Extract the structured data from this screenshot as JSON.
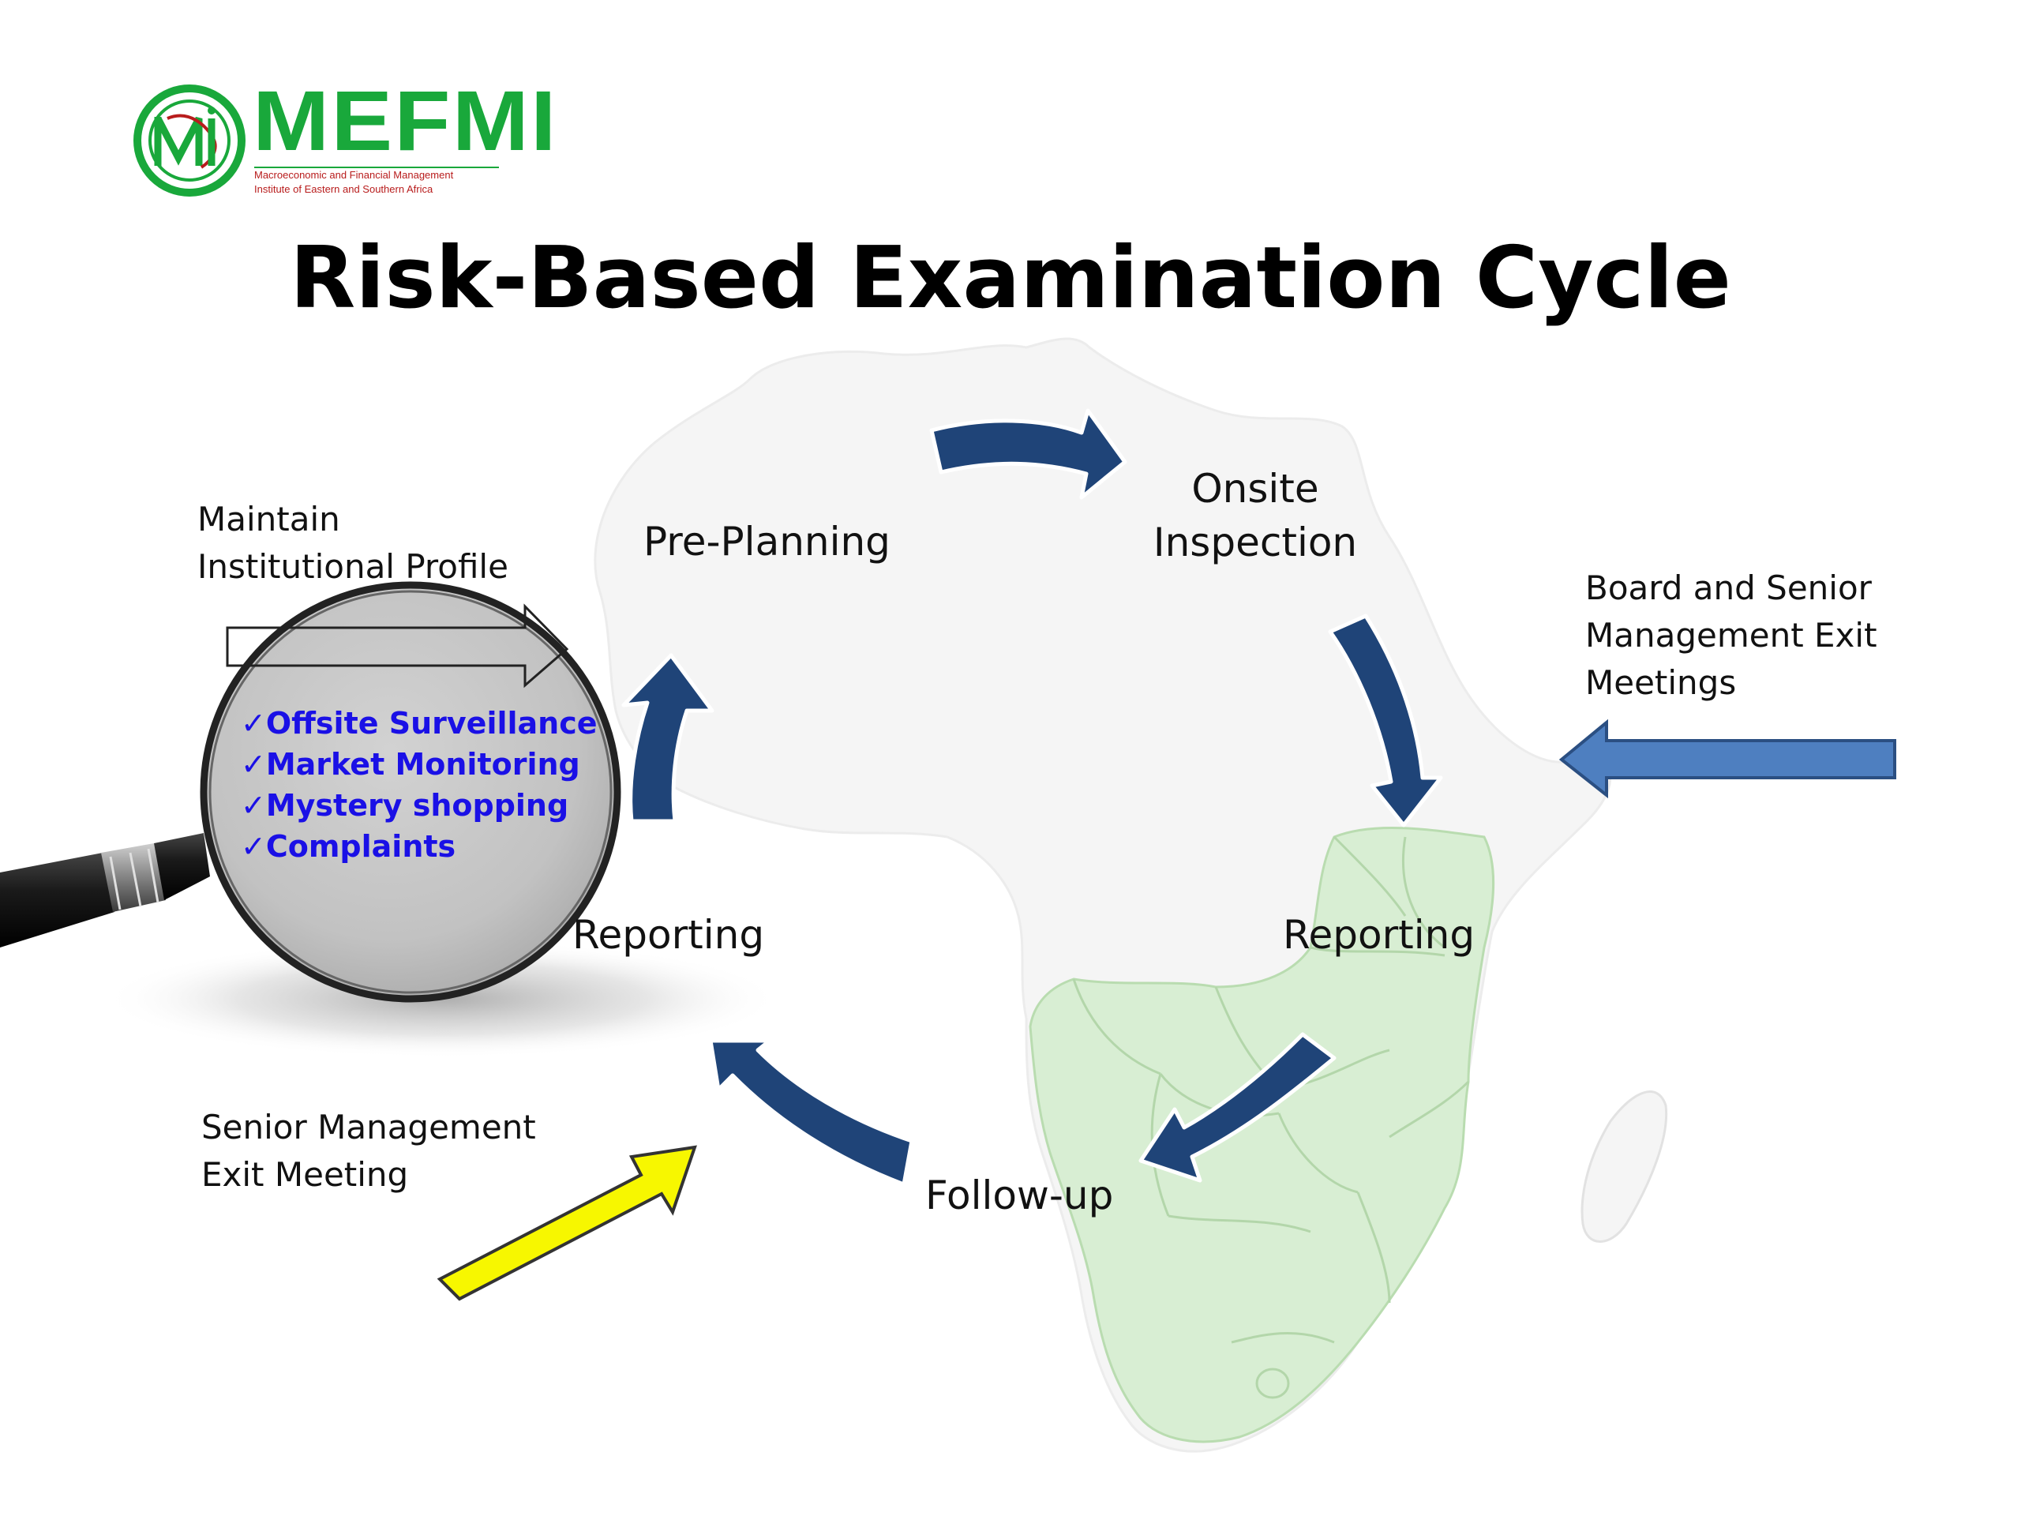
{
  "logo": {
    "name": "MEFMI",
    "subtitle_line1": "Macroeconomic and Financial Management",
    "subtitle_line2": "Institute of Eastern and Southern Africa",
    "color_green": "#19a83b",
    "color_red": "#b81c1c"
  },
  "title": "Risk-Based Examination Cycle",
  "stages": {
    "pre_planning": "Pre-Planning",
    "onsite_line1": "Onsite",
    "onsite_line2": "Inspection",
    "reporting_right": "Reporting",
    "follow_up": "Follow-up",
    "reporting_left": "Reporting"
  },
  "notes": {
    "maintain_line1": "Maintain",
    "maintain_line2": "Institutional Profile",
    "board_line1": "Board and Senior",
    "board_line2": "Management Exit",
    "board_line3": "Meetings",
    "senior_line1": "Senior Management",
    "senior_line2": "Exit Meeting"
  },
  "magnifier_items": [
    "Offsite Surveillance",
    "Market Monitoring",
    "Mystery shopping",
    "Complaints"
  ],
  "check_glyph": "✓",
  "colors": {
    "cycle_arrow": "#1f4478",
    "blue_arrow": "#4e7fc0",
    "yellow_arrow": "#f7f700",
    "map_fill": "#f6f6f6",
    "region_fill": "#d9efd3",
    "lens_fill": "#c4c4c4",
    "check_text": "#1a10e6"
  }
}
